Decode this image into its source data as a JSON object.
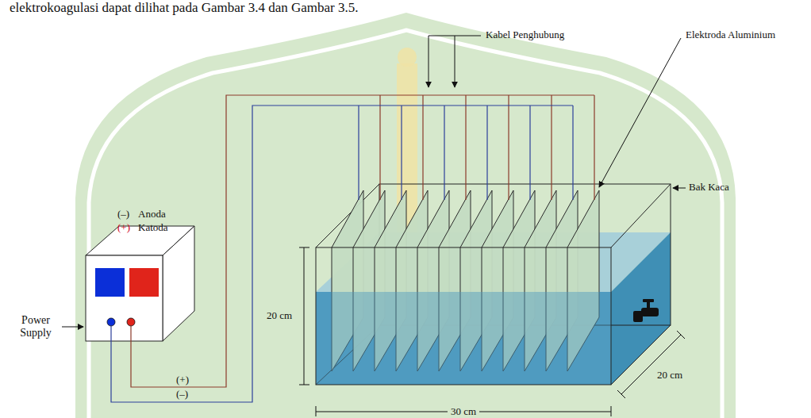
{
  "diagram": {
    "labels": [
      "elektrokoagulasi dapat dilihat pada Gambar 3.4 dan Gambar 3.5.",
      "Kabel Penghubung",
      "Elektroda Aluminium",
      "Bak Kaca",
      "(–)",
      "Anoda",
      "(+)",
      "Katoda",
      "Power Supply",
      "20 cm",
      "20 cm",
      "30 cm",
      "(+)",
      "(–)"
    ]
  }
}
